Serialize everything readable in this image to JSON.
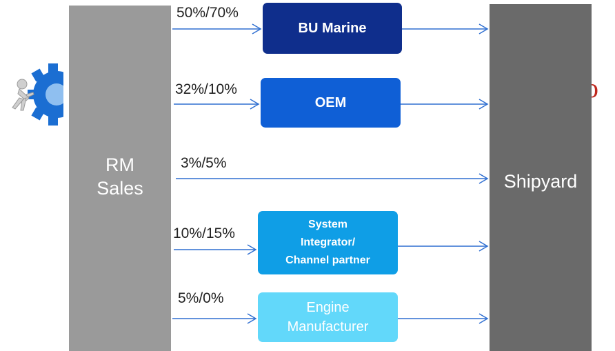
{
  "source": {
    "label": "RM\nSales"
  },
  "target": {
    "label": "Shipyard"
  },
  "channels": [
    {
      "name": "BU Marine",
      "share": "50%/70%"
    },
    {
      "name": "OEM",
      "share": "32%/10%"
    },
    {
      "name": "",
      "share": "3%/5%"
    },
    {
      "name": "System\nIntegrator/\nChannel partner",
      "share": "10%/15%"
    },
    {
      "name": "Engine\nManufacturer",
      "share": "5%/0%"
    }
  ],
  "background": {
    "glyph": "o"
  },
  "colors": {
    "left_panel": "#9a9a9a",
    "right_panel": "#6a6a6a",
    "bu_marine": "#0f2e8c",
    "oem": "#0f5fd6",
    "system_integrator": "#0f9ee6",
    "engine_manufacturer": "#62d8fa",
    "arrow": "#2f6fd1"
  }
}
